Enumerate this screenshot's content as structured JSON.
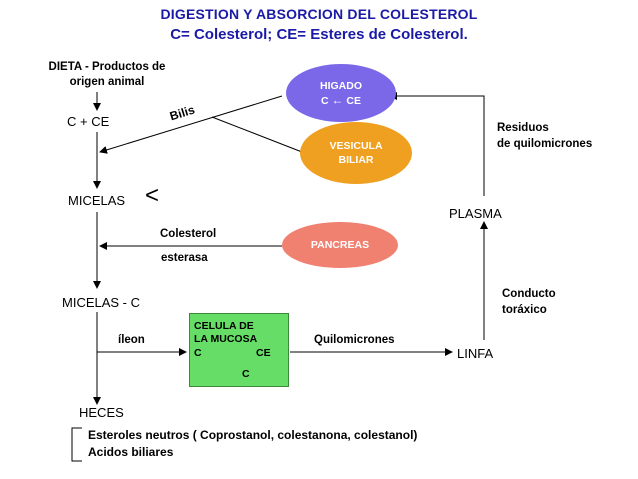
{
  "title": "DIGESTION Y ABSORCION DEL COLESTEROL",
  "subtitle": "C= Colesterol; CE= Esteres de Colesterol.",
  "nodes": {
    "dieta_line1": "DIETA - Productos de",
    "dieta_line2": "origen animal",
    "c_ce": "C + CE",
    "micelas": "MICELAS",
    "micelas_bracket": "<",
    "micelas_c": "MICELAS - C",
    "heces": "HECES",
    "linfa": "LINFA",
    "plasma": "PLASMA",
    "higado_line1": "HIGADO",
    "higado_line2": "C",
    "higado_arrow": "←",
    "higado_line2b": "CE",
    "vesicula_line1": "VESICULA",
    "vesicula_line2": "BILIAR",
    "pancreas": "PANCREAS",
    "celula_line1": "CELULA DE",
    "celula_line2": "LA MUCOSA",
    "celula_c_left": "C",
    "celula_ce": "CE",
    "celula_c_bottom": "C"
  },
  "labels": {
    "bilis": "Bilis",
    "colesterol": "Colesterol",
    "esterasa": "esterasa",
    "ileon": "íleon",
    "quilomicrones": "Quilomicrones",
    "conducto_line1": "Conducto",
    "conducto_line2": "toráxico",
    "residuos_line1": "Residuos",
    "residuos_line2": "de quilomicrones",
    "esteroles": "Esteroles neutros ( Coprostanol, colestanona, colestanol)",
    "acidos": "Acidos biliares"
  },
  "colors": {
    "title": "#1a1aa6",
    "higado": "#7b68e8",
    "vesicula": "#f0a020",
    "pancreas": "#f08070",
    "celula": "#66dd66"
  }
}
